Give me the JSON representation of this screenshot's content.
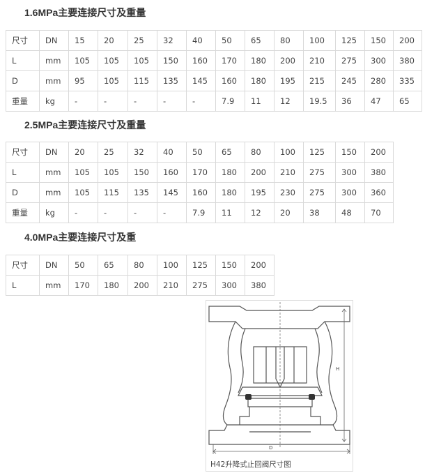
{
  "sections": [
    {
      "heading": "1.6MPa主要连接尺寸及重量",
      "rows": [
        [
          "尺寸",
          "DN",
          "15",
          "20",
          "25",
          "32",
          "40",
          "50",
          "65",
          "80",
          "100",
          "125",
          "150",
          "200"
        ],
        [
          "L",
          "mm",
          "105",
          "105",
          "105",
          "150",
          "160",
          "170",
          "180",
          "200",
          "210",
          "275",
          "300",
          "380"
        ],
        [
          "D",
          "mm",
          "95",
          "105",
          "115",
          "135",
          "145",
          "160",
          "180",
          "195",
          "215",
          "245",
          "280",
          "335"
        ],
        [
          "重量",
          "kg",
          "-",
          "-",
          "-",
          "-",
          "-",
          "7.9",
          "11",
          "12",
          "19.5",
          "36",
          "47",
          "65"
        ]
      ]
    },
    {
      "heading": "2.5MPa主要连接尺寸及重量",
      "rows": [
        [
          "尺寸",
          "DN",
          "20",
          "25",
          "32",
          "40",
          "50",
          "65",
          "80",
          "100",
          "125",
          "150",
          "200"
        ],
        [
          "L",
          "mm",
          "105",
          "105",
          "150",
          "160",
          "170",
          "180",
          "200",
          "210",
          "275",
          "300",
          "380"
        ],
        [
          "D",
          "mm",
          "105",
          "115",
          "135",
          "145",
          "160",
          "180",
          "195",
          "230",
          "275",
          "300",
          "360"
        ],
        [
          "重量",
          "kg",
          "-",
          "-",
          "-",
          "-",
          "7.9",
          "11",
          "12",
          "20",
          "38",
          "48",
          "70"
        ]
      ]
    },
    {
      "heading": "4.0MPa主要连接尺寸及重",
      "rows": [
        [
          "尺寸",
          "DN",
          "50",
          "65",
          "80",
          "100",
          "125",
          "150",
          "200"
        ],
        [
          "L",
          "mm",
          "170",
          "180",
          "200",
          "210",
          "275",
          "300",
          "380"
        ]
      ]
    }
  ],
  "figure": {
    "caption": "H42升降式止回阀尺寸图",
    "dim_labels": {
      "height": "H",
      "diameter": "D"
    }
  }
}
